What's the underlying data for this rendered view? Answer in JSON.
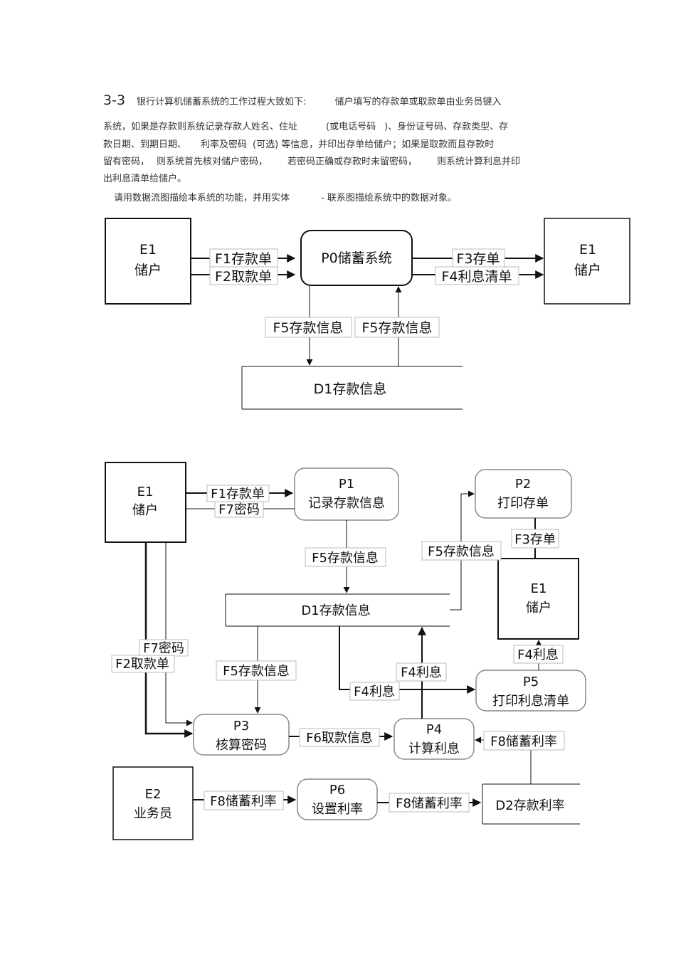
{
  "problem": {
    "number": "3-3",
    "line1a": "银行计算机储蓄系统的工作过程大致如下:",
    "line1b": "储户填写的存款单或取款单由业务员键入",
    "line2a": "系统，如果是存款则系统记录存款人姓名、住址",
    "line2b": "(或电话号码",
    "line2c": ")、身份证号码、存款类型、存",
    "line3a": "款日期、到期日期、",
    "line3b": "利率及密码",
    "line3c": "(可选) 等信息，并印出存单给储户；如果是取款而且存款时",
    "line4a": "留有密码，",
    "line4b": "则系统首先核对储户密码，",
    "line4c": "若密码正确或存款时未留密码，",
    "line4d": "则系统计算利息并印",
    "line5": "出利息清单给储户。",
    "line6a": "请用数据流图描绘本系统的功能，并用实体",
    "line6b": "- 联系图描绘系统中的数据对象。"
  },
  "diagram1": {
    "e1_left": {
      "id": "E1",
      "name": "储户"
    },
    "p0": "P0储蓄系统",
    "e1_right": {
      "id": "E1",
      "name": "储户"
    },
    "d1": "D1存款信息",
    "flows": {
      "f1": "F1存款单",
      "f2": "F2取款单",
      "f3": "F3存单",
      "f4": "F4利息清单",
      "f5_down": "F5存款信息",
      "f5_up": "F5存款信息"
    }
  },
  "diagram2": {
    "e1_top": {
      "id": "E1",
      "name": "储户"
    },
    "e1_right": {
      "id": "E1",
      "name": "储户"
    },
    "e2": {
      "id": "E2",
      "name": "业务员"
    },
    "p1": {
      "id": "P1",
      "name": "记录存款信息"
    },
    "p2": {
      "id": "P2",
      "name": "打印存单"
    },
    "p3": {
      "id": "P3",
      "name": "核算密码"
    },
    "p4": {
      "id": "P4",
      "name": "计算利息"
    },
    "p5": {
      "id": "P5",
      "name": "打印利息清单"
    },
    "p6": {
      "id": "P6",
      "name": "设置利率"
    },
    "d1": "D1存款信息",
    "d2": "D2存款利率",
    "flows": {
      "f1": "F1存款单",
      "f7_top": "F7密码",
      "f5_p1_d1": "F5存款信息",
      "f5_d1_p2": "F5存款信息",
      "f3": "F3存单",
      "f7_left": "F7密码",
      "f2": "F2取款单",
      "f5_d1_p3": "F5存款信息",
      "f4_p4_d1": "F4利息",
      "f4_d1_p5": "F4利息",
      "f4_p5_e1": "F4利息",
      "f6": "F6取款信息",
      "f8_d2_p4": "F8储蓄利率",
      "f8_e2_p6": "F8储蓄利率",
      "f8_p6_d2": "F8储蓄利率"
    }
  }
}
